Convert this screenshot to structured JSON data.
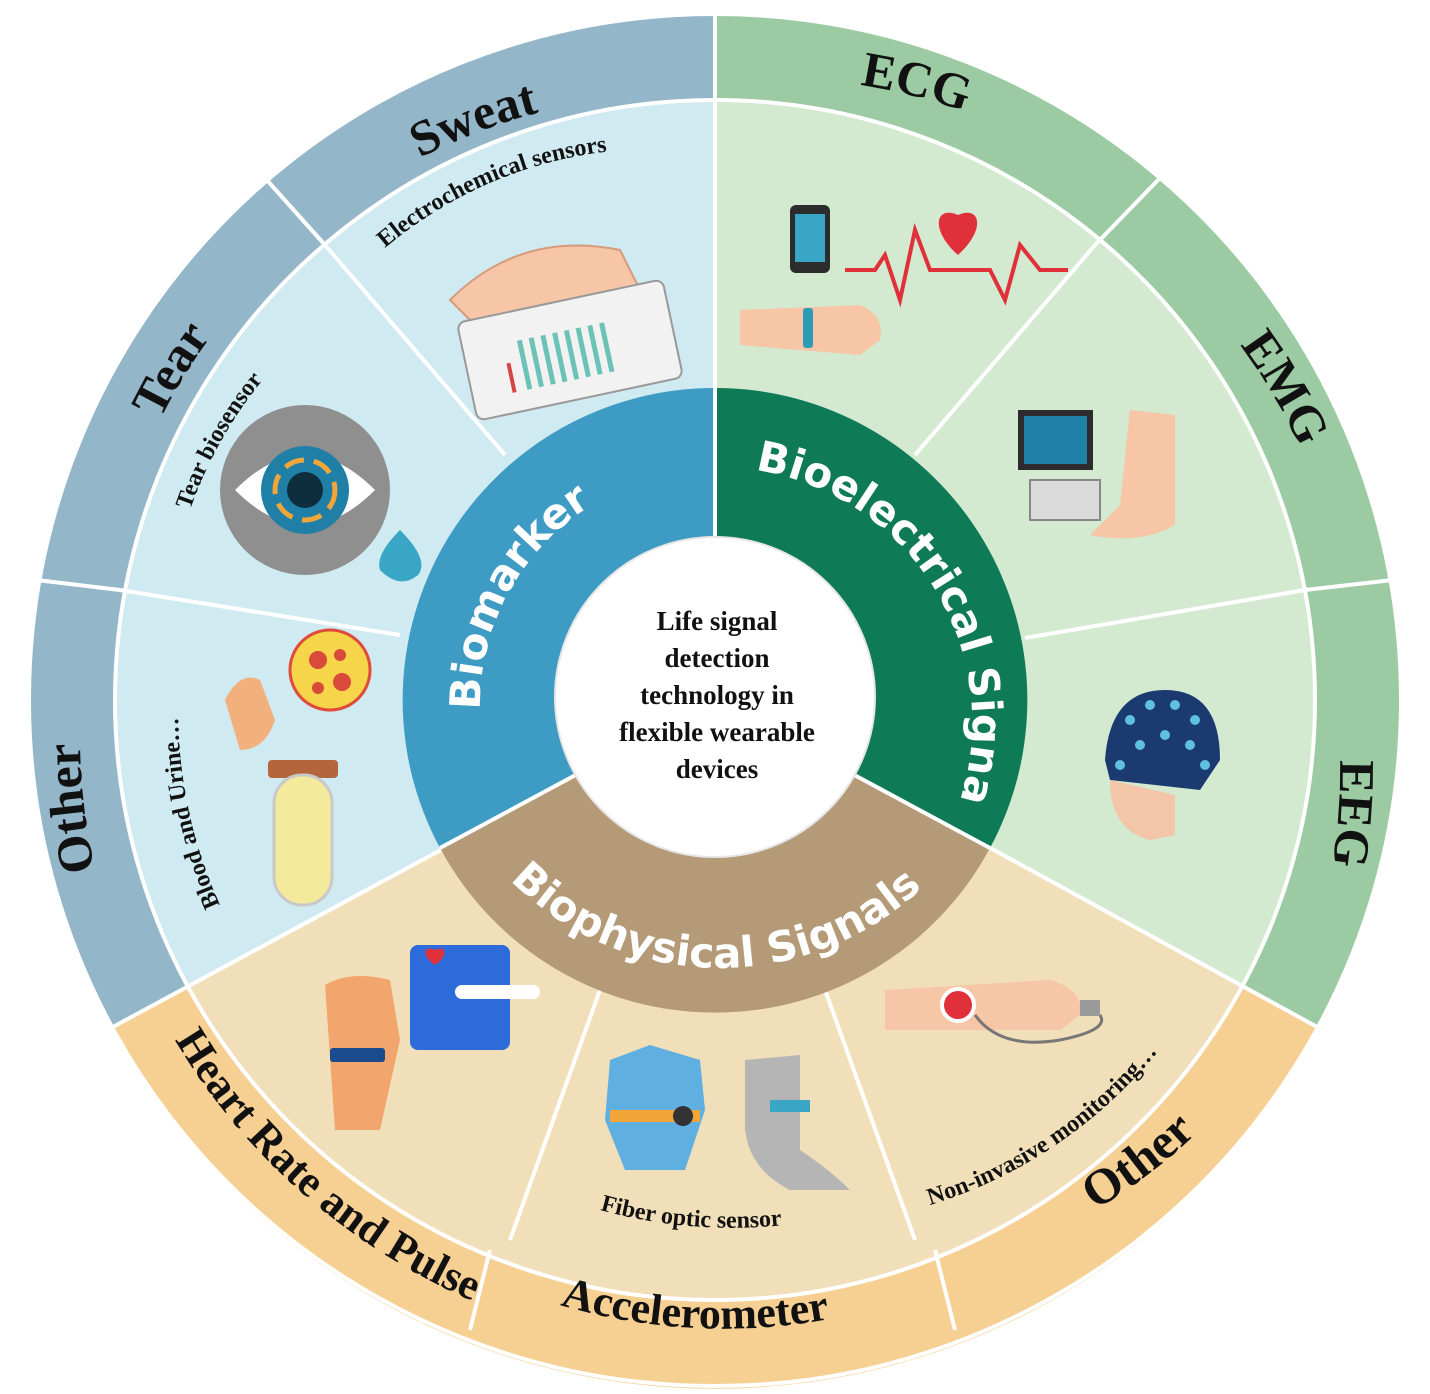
{
  "center": {
    "lines": [
      "Life signal",
      "detection",
      "technology in",
      "flexible wearable",
      "devices"
    ]
  },
  "inner": {
    "biomarker": "Biomarker",
    "bioelectrical": "Bioelectrical Signals",
    "biophysical": "Biophysical Signals"
  },
  "middle": {
    "sweat": "Electrochemical sensors",
    "tear": "Tear biosensor",
    "blood": "Blood and Urine…",
    "biophys_right": "Non-invasive monitoring…",
    "fiber": "Fiber optic sensor"
  },
  "outer": {
    "sweat": "Sweat",
    "tear": "Tear",
    "other_left": "Other",
    "ecg": "ECG",
    "emg": "EMG",
    "eeg": "EEG",
    "heart": "Heart Rate and Pulse",
    "accel": "Accelerometer",
    "other_right": "Other"
  },
  "colors": {
    "biomarker_outer": "#93b6c9",
    "biomarker_mid": "#cfeaf0",
    "biomarker_inner": "#3e9bc4",
    "bioelectrical_outer": "#9ccaa3",
    "bioelectrical_mid": "#d3e9d0",
    "bioelectrical_inner": "#0e7a56",
    "biophysical_outer": "#f6cf93",
    "biophysical_mid": "#f1dfba",
    "biophysical_inner": "#b59a78"
  }
}
